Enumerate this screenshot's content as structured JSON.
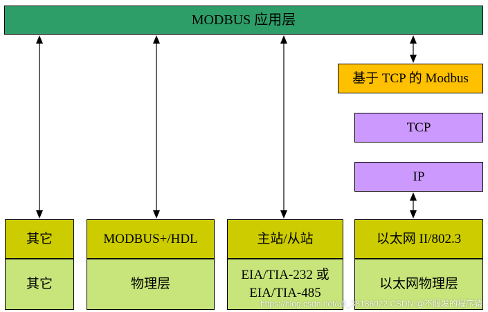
{
  "diagram": {
    "top_label": "MODBUS 应用层",
    "modbus_tcp_label": "基于 TCP 的 Modbus",
    "tcp_label": "TCP",
    "ip_label": "IP",
    "columns": [
      {
        "upper": "其它",
        "lower": [
          "其它"
        ]
      },
      {
        "upper": "MODBUS+/HDL",
        "lower": [
          "物理层"
        ]
      },
      {
        "upper": "主站/从站",
        "lower": [
          "EIA/TIA-232 或",
          "EIA/TIA-485"
        ]
      },
      {
        "upper": "以太网 II/802.3",
        "lower": [
          "以太网物理层"
        ]
      }
    ],
    "colors": {
      "application_layer": "#2e9e68",
      "modbus_tcp": "#ffc000",
      "tcp_ip": "#cc99ff",
      "link_layer": "#cccc00",
      "physical_layer": "#c7e57a"
    }
  },
  "watermark": "https://blog.csdn.net/u0_38186022  CSDN @不服发的程序猿"
}
